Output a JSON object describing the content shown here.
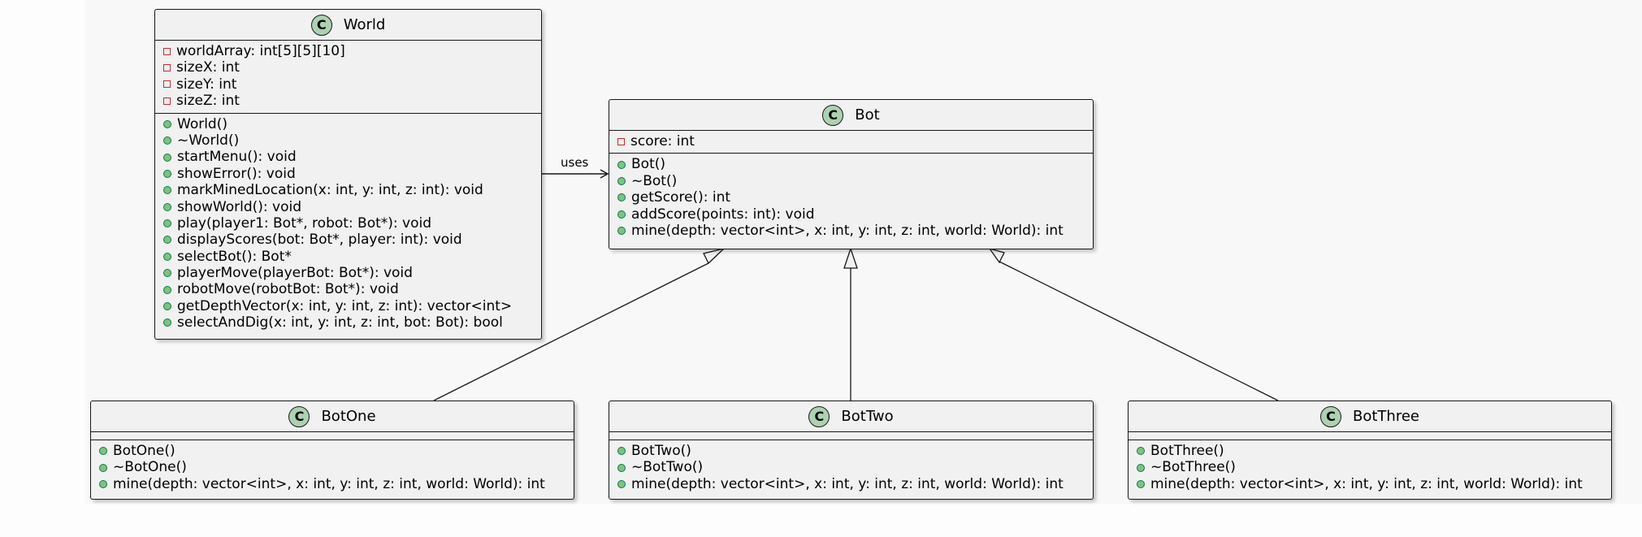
{
  "diagram": {
    "relation_label": "uses",
    "colors": {
      "class_fill": "#f1f1f1",
      "border": "#181818",
      "badge_fill": "#add1b2",
      "private_marker": "#c82930",
      "public_marker": "#84be84"
    },
    "badge_letter": "C",
    "classes": {
      "world": {
        "name": "World",
        "fields": [
          "worldArray: int[5][5][10]",
          "sizeX: int",
          "sizeY: int",
          "sizeZ: int"
        ],
        "methods": [
          "World()",
          "~World()",
          "startMenu(): void",
          "showError(): void",
          "markMinedLocation(x: int, y: int, z: int): void",
          "showWorld(): void",
          "play(player1: Bot*, robot: Bot*): void",
          "displayScores(bot: Bot*, player: int): void",
          "selectBot(): Bot*",
          "playerMove(playerBot: Bot*): void",
          "robotMove(robotBot: Bot*): void",
          "getDepthVector(x: int, y: int, z: int): vector<int>",
          "selectAndDig(x: int, y: int, z: int, bot: Bot): bool"
        ]
      },
      "bot": {
        "name": "Bot",
        "fields": [
          "score: int"
        ],
        "methods": [
          "Bot()",
          "~Bot()",
          "getScore(): int",
          "addScore(points: int): void",
          "mine(depth: vector<int>, x: int, y: int, z: int, world: World): int"
        ]
      },
      "botone": {
        "name": "BotOne",
        "fields": [],
        "methods": [
          "BotOne()",
          "~BotOne()",
          "mine(depth: vector<int>, x: int, y: int, z: int, world: World): int"
        ]
      },
      "bottwo": {
        "name": "BotTwo",
        "fields": [],
        "methods": [
          "BotTwo()",
          "~BotTwo()",
          "mine(depth: vector<int>, x: int, y: int, z: int, world: World): int"
        ]
      },
      "botthree": {
        "name": "BotThree",
        "fields": [],
        "methods": [
          "BotThree()",
          "~BotThree()",
          "mine(depth: vector<int>, x: int, y: int, z: int, world: World): int"
        ]
      }
    }
  }
}
